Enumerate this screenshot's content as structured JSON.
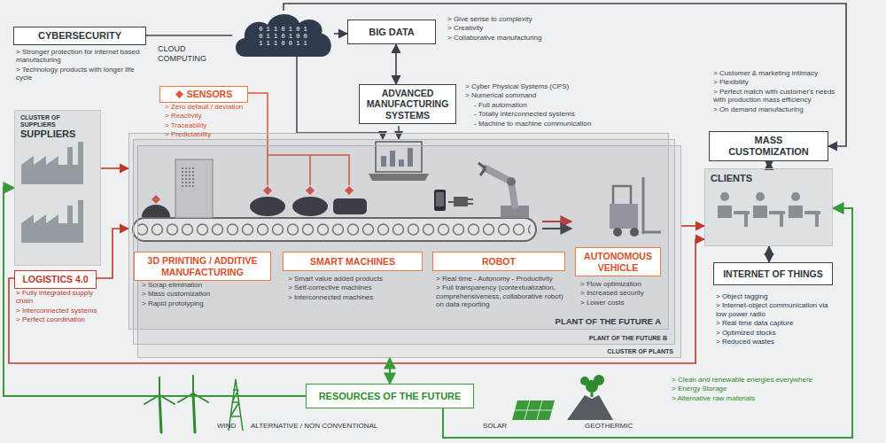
{
  "diagram": {
    "nodes": [
      {
        "text": [
          "CYBERSECURITY"
        ]
      },
      {
        "text": [
          "0 1 1 0 1 0 1 0 1 1 0 1 0 0 1 1 1 0 0 1 1"
        ]
      },
      {
        "text": [
          "BIG DATA"
        ]
      },
      {
        "text": [
          "ADVANCED MANUFACTURING SYSTEMS"
        ]
      },
      {
        "text": [
          "SENSORS"
        ]
      },
      {
        "text": [
          "CLUSTER OF SUPPLIERS",
          "SUPPLIERS"
        ]
      },
      {
        "text": [
          "CLUSTER OF PLANTS"
        ]
      },
      {
        "text": [
          "PLANT OF THE FUTURE B"
        ]
      },
      {
        "text": [
          "PLANT OF THE FUTURE A"
        ]
      },
      {
        "text": [
          "3D PRINTING / ADDITIVE MANUFACTURING"
        ],
        "in": 8
      },
      {
        "text": [
          "SMART MACHINES"
        ],
        "in": 8
      },
      {
        "text": [
          "ROBOT"
        ],
        "in": 8
      },
      {
        "text": [
          "AUTONOMOUS VEHICLE"
        ],
        "in": 8
      },
      {
        "text": [
          "LOGISTICS 4.0"
        ]
      },
      {
        "text": [
          "MASS CUSTOMIZATION"
        ]
      },
      {
        "text": [
          "CLIENTS"
        ]
      },
      {
        "text": [
          "INTERNET OF THINGS"
        ]
      },
      {
        "text": [
          "RESOURCES OF THE FUTURE"
        ]
      }
    ],
    "edges": [
      {
        "from": 0,
        "to": 1,
        "arrow": "none"
      },
      {
        "from": 1,
        "to": 2,
        "arrow": "to"
      },
      {
        "from": 2,
        "to": 3,
        "arrow": "both"
      },
      {
        "from": 1,
        "to": 14,
        "arrow": "to"
      },
      {
        "from": 5,
        "to": 8,
        "arrow": "to"
      },
      {
        "from": 13,
        "to": 8,
        "arrow": "to"
      },
      {
        "from": 6,
        "to": 15,
        "arrow": "to"
      },
      {
        "from": 13,
        "to": 15,
        "arrow": "to"
      },
      {
        "from": 17,
        "to": 6,
        "arrow": "both"
      },
      {
        "from": 17,
        "to": 15,
        "arrow": "to"
      },
      {
        "from": 17,
        "to": 5,
        "arrow": "to"
      },
      {
        "from": 15,
        "to": 14,
        "arrow": "both"
      },
      {
        "from": 15,
        "to": 16,
        "arrow": "both"
      }
    ],
    "labels": [
      "> Stronger protection for internet based manufacturing",
      "> Technology products with longer life cycle",
      "CLOUD COMPUTING",
      "> Give sense to complexity",
      "> Creativity",
      "> Collaborative manufacturing",
      "> Cyber Physical Systems (CPS)",
      "> Numerical command",
      "- Full automation",
      "- Totally interconnected systems",
      "- Machine to machine communication",
      "> Zero default / deviation",
      "> Reactivity",
      "> Traceability",
      "> Predictability",
      "> Customer & marketing intimacy",
      "> Flexibility",
      "> Perfect match with customer's needs with production mass efficiency",
      "> On demand manufacturing",
      "> Fully integrated supply chain",
      "> Interconnected systems",
      "> Perfect coordination",
      "> Scrap elimination",
      "> Mass customization",
      "> Rapid prototyping",
      "> Smart value added products",
      "> Self-corrective machines",
      "> Interconnected machines",
      "> Real time - Autonomy - Productivity",
      "> Full transparency (contextualization, comprehensiveness, collaborative robot) on data reporting",
      "> Flow optimization",
      "> Increased security",
      "> Lower costs",
      "> Object tagging",
      "> Internet-object communication via low power radio",
      "> Real time data capture",
      "> Optimized stocks",
      "> Reduced wastes",
      "> Clean and renewable energies everywhere",
      "> Energy Storage",
      "> Alternative raw materials",
      "WIND",
      "ALTERNATIVE / NON CONVENTIONAL",
      "SOLAR",
      "GEOTHERMIC"
    ]
  }
}
